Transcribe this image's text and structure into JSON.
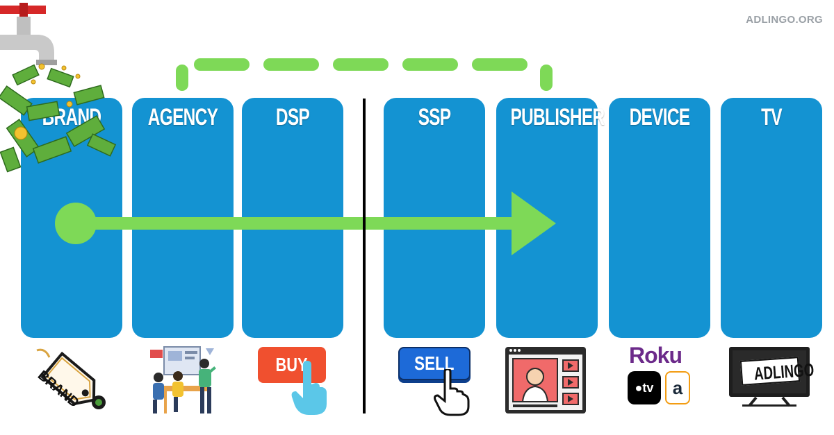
{
  "watermark": "ADLINGO.ORG",
  "columns": [
    {
      "label": "BRAND"
    },
    {
      "label": "AGENCY"
    },
    {
      "label": "DSP"
    },
    {
      "label": "SSP"
    },
    {
      "label": "PUBLISHER"
    },
    {
      "label": "DEVICE"
    },
    {
      "label": "TV"
    }
  ],
  "icons": {
    "brand_tag": "BRAND",
    "buy_button": "BUY",
    "sell_button": "SELL",
    "roku_logo": "Roku",
    "appletv_logo": "tv",
    "amazon_logo": "a",
    "tv_screen": "ADLINGO"
  },
  "colors": {
    "column": "#1493d2",
    "flow": "#7ed957",
    "buy": "#f0502f",
    "sell": "#1d6ad8"
  }
}
